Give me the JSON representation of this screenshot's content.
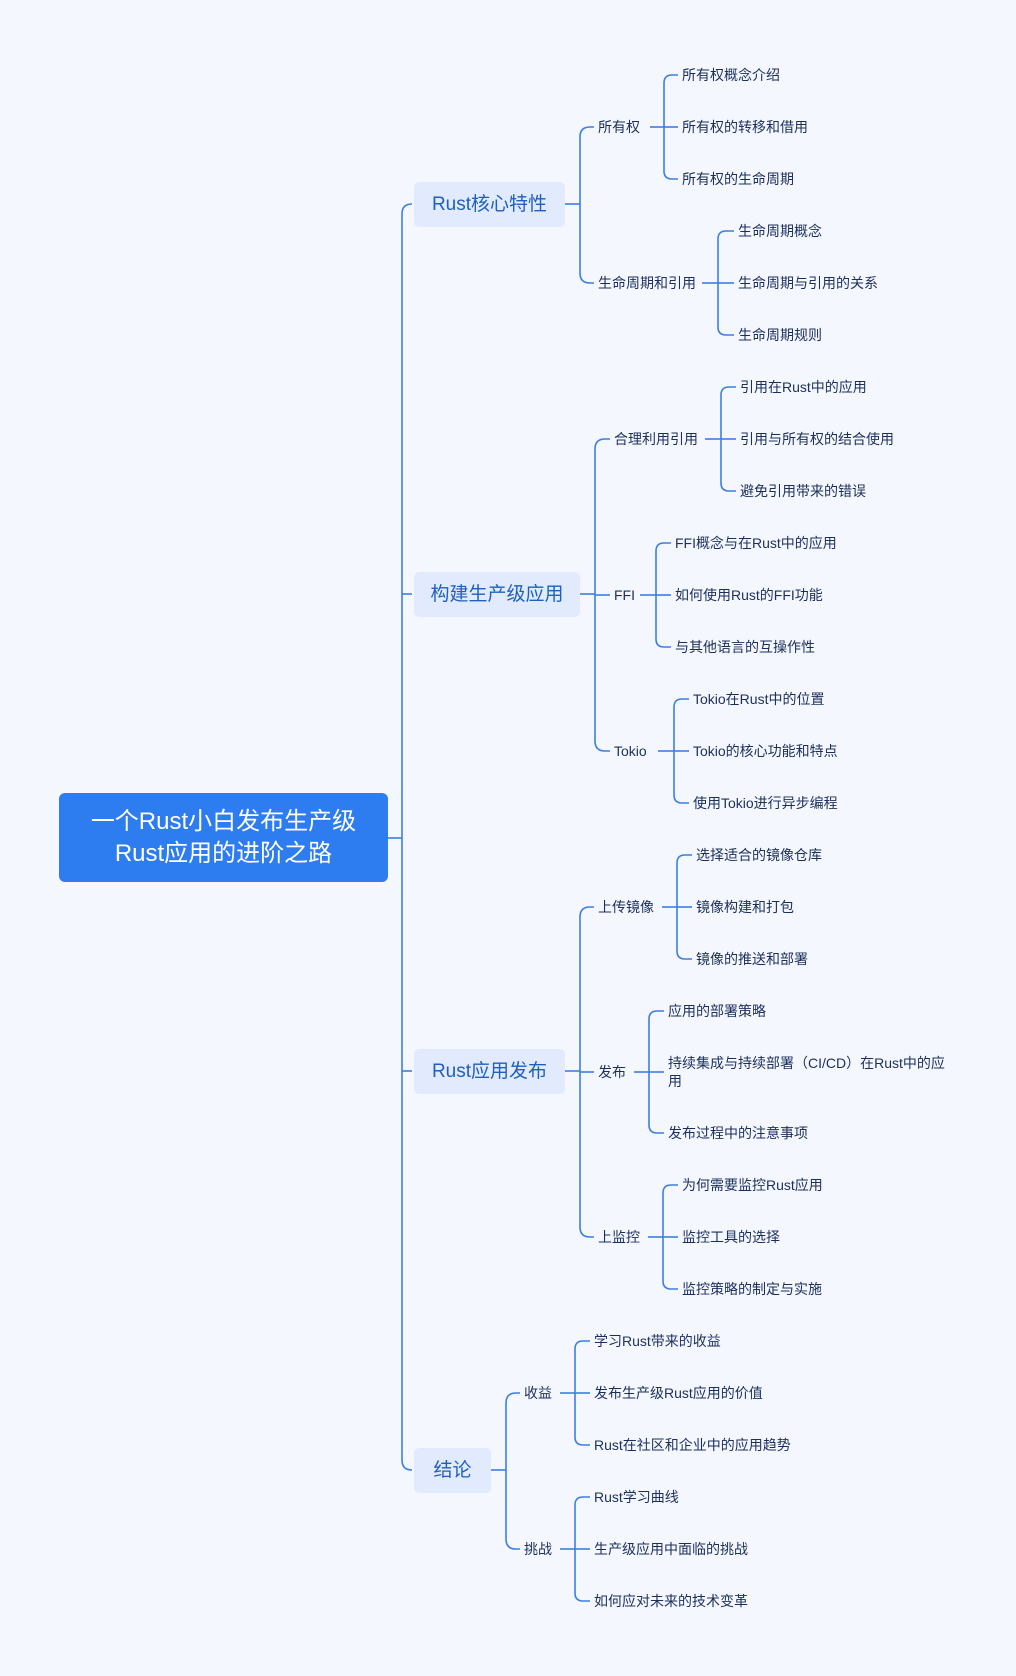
{
  "root": {
    "line1": "一个Rust小白发布生产级",
    "line2": "Rust应用的进阶之路"
  },
  "branches": [
    {
      "label": "Rust核心特性",
      "children": [
        {
          "label": "所有权",
          "leaves": [
            "所有权概念介绍",
            "所有权的转移和借用",
            "所有权的生命周期"
          ]
        },
        {
          "label": "生命周期和引用",
          "leaves": [
            "生命周期概念",
            "生命周期与引用的关系",
            "生命周期规则"
          ]
        }
      ]
    },
    {
      "label": "构建生产级应用",
      "children": [
        {
          "label": "合理利用引用",
          "leaves": [
            "引用在Rust中的应用",
            "引用与所有权的结合使用",
            "避免引用带来的错误"
          ]
        },
        {
          "label": "FFI",
          "leaves": [
            "FFI概念与在Rust中的应用",
            "如何使用Rust的FFI功能",
            "与其他语言的互操作性"
          ]
        },
        {
          "label": "Tokio",
          "leaves": [
            "Tokio在Rust中的位置",
            "Tokio的核心功能和特点",
            "使用Tokio进行异步编程"
          ]
        }
      ]
    },
    {
      "label": "Rust应用发布",
      "children": [
        {
          "label": "上传镜像",
          "leaves": [
            "选择适合的镜像仓库",
            "镜像构建和打包",
            "镜像的推送和部署"
          ]
        },
        {
          "label": "发布",
          "leaves": [
            "应用的部署策略",
            "持续集成与持续部署（CI/CD）在Rust中的应用",
            "发布过程中的注意事项"
          ]
        },
        {
          "label": "上监控",
          "leaves": [
            "为何需要监控Rust应用",
            "监控工具的选择",
            "监控策略的制定与实施"
          ]
        }
      ]
    },
    {
      "label": "结论",
      "children": [
        {
          "label": "收益",
          "leaves": [
            "学习Rust带来的收益",
            "发布生产级Rust应用的价值",
            "Rust在社区和企业中的应用趋势"
          ]
        },
        {
          "label": "挑战",
          "leaves": [
            "Rust学习曲线",
            "生产级应用中面临的挑战",
            "如何应对未来的技术变革"
          ]
        }
      ]
    }
  ],
  "colors": {
    "line": "#3d7fe0",
    "root_bg": "#2d7cf0",
    "branch_bg": "#e2ebfd",
    "branch_text": "#1f5fbf",
    "text": "#1c2f5c",
    "background": "#f4f7fe"
  }
}
